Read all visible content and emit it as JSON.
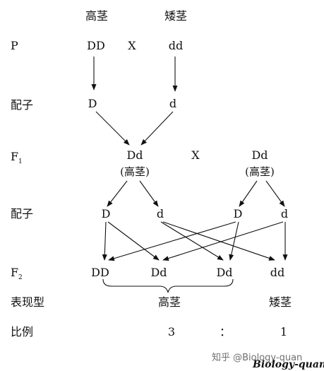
{
  "header": {
    "tall_label": "高茎",
    "short_label": "矮茎"
  },
  "rows": {
    "p_label": "P",
    "gametes_label": "配子",
    "f1_label_main": "F",
    "f1_label_sub": "1",
    "gametes2_label": "配子",
    "f2_label_main": "F",
    "f2_label_sub": "2",
    "phenotype_label": "表现型",
    "ratio_label": "比例"
  },
  "parents": {
    "tall": "DD",
    "cross": "X",
    "short": "dd"
  },
  "gametes_1": {
    "left": "D",
    "right": "d"
  },
  "f1": {
    "left_genotype": "Dd",
    "left_phenotype": "(高茎)",
    "cross": "X",
    "right_genotype": "Dd",
    "right_phenotype": "(高茎)"
  },
  "gametes_2": [
    "D",
    "d",
    "D",
    "d"
  ],
  "f2": [
    "DD",
    "Dd",
    "Dd",
    "dd"
  ],
  "phenotypes": {
    "tall": "高茎",
    "short": "矮茎"
  },
  "ratio": {
    "tall": "3",
    "separator": "：",
    "short": "1"
  },
  "watermark": {
    "site": "知乎 @Biology-quan",
    "brand": "Biology-quan"
  },
  "colors": {
    "ink": "#111111",
    "background": "#ffffff"
  }
}
